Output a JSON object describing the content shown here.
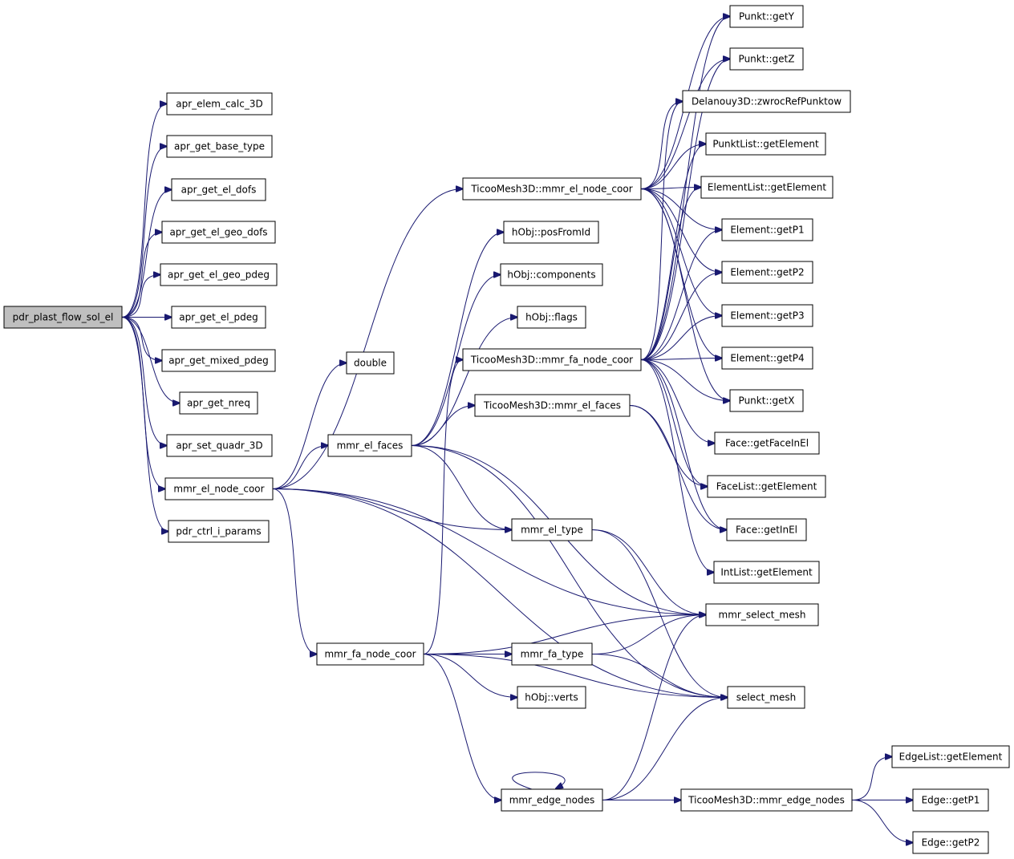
{
  "diagram": {
    "root": "pdr_plast_flow_sol_el",
    "nodes": [
      {
        "id": "pdr_plast_flow_sol_el",
        "label": "pdr_plast_flow_sol_el"
      },
      {
        "id": "apr_elem_calc_3D",
        "label": "apr_elem_calc_3D"
      },
      {
        "id": "apr_get_base_type",
        "label": "apr_get_base_type"
      },
      {
        "id": "apr_get_el_dofs",
        "label": "apr_get_el_dofs"
      },
      {
        "id": "apr_get_el_geo_dofs",
        "label": "apr_get_el_geo_dofs"
      },
      {
        "id": "apr_get_el_geo_pdeg",
        "label": "apr_get_el_geo_pdeg"
      },
      {
        "id": "apr_get_el_pdeg",
        "label": "apr_get_el_pdeg"
      },
      {
        "id": "apr_get_mixed_pdeg",
        "label": "apr_get_mixed_pdeg"
      },
      {
        "id": "apr_get_nreq",
        "label": "apr_get_nreq"
      },
      {
        "id": "apr_set_quadr_3D",
        "label": "apr_set_quadr_3D"
      },
      {
        "id": "mmr_el_node_coor",
        "label": "mmr_el_node_coor"
      },
      {
        "id": "pdr_ctrl_i_params",
        "label": "pdr_ctrl_i_params"
      },
      {
        "id": "double",
        "label": "double"
      },
      {
        "id": "mmr_el_faces",
        "label": "mmr_el_faces"
      },
      {
        "id": "mmr_fa_node_coor",
        "label": "mmr_fa_node_coor"
      },
      {
        "id": "TM_mmr_el_node_coor",
        "label": "TicooMesh3D::mmr_el_node_coor"
      },
      {
        "id": "hObj_posFromId",
        "label": "hObj::posFromId"
      },
      {
        "id": "hObj_components",
        "label": "hObj::components"
      },
      {
        "id": "hObj_flags",
        "label": "hObj::flags"
      },
      {
        "id": "TM_mmr_fa_node_coor",
        "label": "TicooMesh3D::mmr_fa_node_coor"
      },
      {
        "id": "TM_mmr_el_faces",
        "label": "TicooMesh3D::mmr_el_faces"
      },
      {
        "id": "mmr_el_type",
        "label": "mmr_el_type"
      },
      {
        "id": "mmr_fa_type",
        "label": "mmr_fa_type"
      },
      {
        "id": "hObj_verts",
        "label": "hObj::verts"
      },
      {
        "id": "mmr_edge_nodes",
        "label": "mmr_edge_nodes"
      },
      {
        "id": "Punkt_getY",
        "label": "Punkt::getY"
      },
      {
        "id": "Punkt_getZ",
        "label": "Punkt::getZ"
      },
      {
        "id": "Delanouy3D_zwrocRefPunktow",
        "label": "Delanouy3D::zwrocRefPunktow"
      },
      {
        "id": "PunktList_getElement",
        "label": "PunktList::getElement"
      },
      {
        "id": "ElementList_getElement",
        "label": "ElementList::getElement"
      },
      {
        "id": "Element_getP1",
        "label": "Element::getP1"
      },
      {
        "id": "Element_getP2",
        "label": "Element::getP2"
      },
      {
        "id": "Element_getP3",
        "label": "Element::getP3"
      },
      {
        "id": "Element_getP4",
        "label": "Element::getP4"
      },
      {
        "id": "Punkt_getX",
        "label": "Punkt::getX"
      },
      {
        "id": "Face_getFaceInEl",
        "label": "Face::getFaceInEl"
      },
      {
        "id": "FaceList_getElement",
        "label": "FaceList::getElement"
      },
      {
        "id": "Face_getInEl",
        "label": "Face::getInEl"
      },
      {
        "id": "IntList_getElement",
        "label": "IntList::getElement"
      },
      {
        "id": "mmr_select_mesh",
        "label": "mmr_select_mesh"
      },
      {
        "id": "select_mesh",
        "label": "select_mesh"
      },
      {
        "id": "TM_mmr_edge_nodes",
        "label": "TicooMesh3D::mmr_edge_nodes"
      },
      {
        "id": "EdgeList_getElement",
        "label": "EdgeList::getElement"
      },
      {
        "id": "Edge_getP1",
        "label": "Edge::getP1"
      },
      {
        "id": "Edge_getP2",
        "label": "Edge::getP2"
      }
    ],
    "edges": [
      [
        "pdr_plast_flow_sol_el",
        "apr_elem_calc_3D"
      ],
      [
        "pdr_plast_flow_sol_el",
        "apr_get_base_type"
      ],
      [
        "pdr_plast_flow_sol_el",
        "apr_get_el_dofs"
      ],
      [
        "pdr_plast_flow_sol_el",
        "apr_get_el_geo_dofs"
      ],
      [
        "pdr_plast_flow_sol_el",
        "apr_get_el_geo_pdeg"
      ],
      [
        "pdr_plast_flow_sol_el",
        "apr_get_el_pdeg"
      ],
      [
        "pdr_plast_flow_sol_el",
        "apr_get_mixed_pdeg"
      ],
      [
        "pdr_plast_flow_sol_el",
        "apr_get_nreq"
      ],
      [
        "pdr_plast_flow_sol_el",
        "apr_set_quadr_3D"
      ],
      [
        "pdr_plast_flow_sol_el",
        "mmr_el_node_coor"
      ],
      [
        "pdr_plast_flow_sol_el",
        "pdr_ctrl_i_params"
      ],
      [
        "mmr_el_node_coor",
        "double"
      ],
      [
        "mmr_el_node_coor",
        "mmr_el_faces"
      ],
      [
        "mmr_el_node_coor",
        "TM_mmr_el_node_coor"
      ],
      [
        "mmr_el_node_coor",
        "mmr_el_type"
      ],
      [
        "mmr_el_node_coor",
        "mmr_fa_node_coor"
      ],
      [
        "mmr_el_node_coor",
        "mmr_select_mesh"
      ],
      [
        "mmr_el_node_coor",
        "select_mesh"
      ],
      [
        "mmr_el_faces",
        "TM_mmr_el_faces"
      ],
      [
        "mmr_el_faces",
        "hObj_posFromId"
      ],
      [
        "mmr_el_faces",
        "hObj_components"
      ],
      [
        "mmr_el_faces",
        "hObj_flags"
      ],
      [
        "mmr_el_faces",
        "mmr_el_type"
      ],
      [
        "mmr_el_faces",
        "select_mesh"
      ],
      [
        "mmr_el_faces",
        "mmr_select_mesh"
      ],
      [
        "mmr_fa_node_coor",
        "TM_mmr_fa_node_coor"
      ],
      [
        "mmr_fa_node_coor",
        "mmr_fa_type"
      ],
      [
        "mmr_fa_node_coor",
        "hObj_verts"
      ],
      [
        "mmr_fa_node_coor",
        "mmr_edge_nodes"
      ],
      [
        "mmr_fa_node_coor",
        "mmr_select_mesh"
      ],
      [
        "mmr_fa_node_coor",
        "select_mesh"
      ],
      [
        "TM_mmr_el_node_coor",
        "Punkt_getY"
      ],
      [
        "TM_mmr_el_node_coor",
        "Punkt_getZ"
      ],
      [
        "TM_mmr_el_node_coor",
        "Delanouy3D_zwrocRefPunktow"
      ],
      [
        "TM_mmr_el_node_coor",
        "PunktList_getElement"
      ],
      [
        "TM_mmr_el_node_coor",
        "ElementList_getElement"
      ],
      [
        "TM_mmr_el_node_coor",
        "Element_getP1"
      ],
      [
        "TM_mmr_el_node_coor",
        "Element_getP2"
      ],
      [
        "TM_mmr_el_node_coor",
        "Element_getP3"
      ],
      [
        "TM_mmr_el_node_coor",
        "Element_getP4"
      ],
      [
        "TM_mmr_el_node_coor",
        "Punkt_getX"
      ],
      [
        "TM_mmr_fa_node_coor",
        "Punkt_getY"
      ],
      [
        "TM_mmr_fa_node_coor",
        "Punkt_getZ"
      ],
      [
        "TM_mmr_fa_node_coor",
        "Delanouy3D_zwrocRefPunktow"
      ],
      [
        "TM_mmr_fa_node_coor",
        "PunktList_getElement"
      ],
      [
        "TM_mmr_fa_node_coor",
        "ElementList_getElement"
      ],
      [
        "TM_mmr_fa_node_coor",
        "Element_getP1"
      ],
      [
        "TM_mmr_fa_node_coor",
        "Element_getP2"
      ],
      [
        "TM_mmr_fa_node_coor",
        "Element_getP3"
      ],
      [
        "TM_mmr_fa_node_coor",
        "Element_getP4"
      ],
      [
        "TM_mmr_fa_node_coor",
        "Punkt_getX"
      ],
      [
        "TM_mmr_fa_node_coor",
        "Face_getFaceInEl"
      ],
      [
        "TM_mmr_fa_node_coor",
        "FaceList_getElement"
      ],
      [
        "TM_mmr_fa_node_coor",
        "Face_getInEl"
      ],
      [
        "TM_mmr_fa_node_coor",
        "IntList_getElement"
      ],
      [
        "TM_mmr_el_faces",
        "FaceList_getElement"
      ],
      [
        "TM_mmr_el_faces",
        "Face_getInEl"
      ],
      [
        "mmr_el_type",
        "mmr_select_mesh"
      ],
      [
        "mmr_el_type",
        "select_mesh"
      ],
      [
        "mmr_fa_type",
        "mmr_select_mesh"
      ],
      [
        "mmr_fa_type",
        "select_mesh"
      ],
      [
        "mmr_edge_nodes",
        "mmr_edge_nodes"
      ],
      [
        "mmr_edge_nodes",
        "TM_mmr_edge_nodes"
      ],
      [
        "mmr_edge_nodes",
        "mmr_select_mesh"
      ],
      [
        "mmr_edge_nodes",
        "select_mesh"
      ],
      [
        "TM_mmr_edge_nodes",
        "EdgeList_getElement"
      ],
      [
        "TM_mmr_edge_nodes",
        "Edge_getP1"
      ],
      [
        "TM_mmr_edge_nodes",
        "Edge_getP2"
      ]
    ],
    "colors": {
      "edge": "#191970",
      "node_fill": "#ffffff",
      "root_fill": "#bfbfbf",
      "node_stroke": "#000000"
    }
  }
}
